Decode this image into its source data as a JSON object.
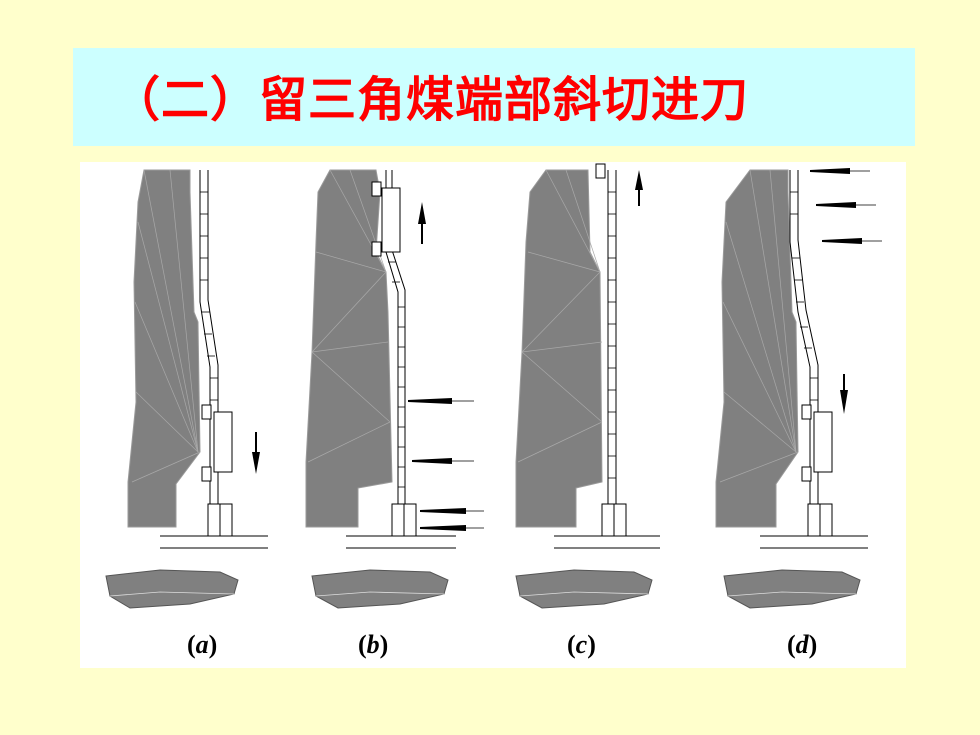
{
  "slide": {
    "title": "（二）留三角煤端部斜切进刀",
    "colors": {
      "background": "#ffffcc",
      "title_bg": "#ccffff",
      "title_text": "#ff0000",
      "coal": "#808080"
    }
  },
  "diagram": {
    "panels": [
      {
        "id": "a",
        "label_open": "(",
        "label_letter": "a",
        "label_close": ")"
      },
      {
        "id": "b",
        "label_open": "(",
        "label_letter": "b",
        "label_close": ")"
      },
      {
        "id": "c",
        "label_open": "(",
        "label_letter": "c",
        "label_close": ")"
      },
      {
        "id": "d",
        "label_open": "(",
        "label_letter": "d",
        "label_close": ")"
      }
    ]
  }
}
